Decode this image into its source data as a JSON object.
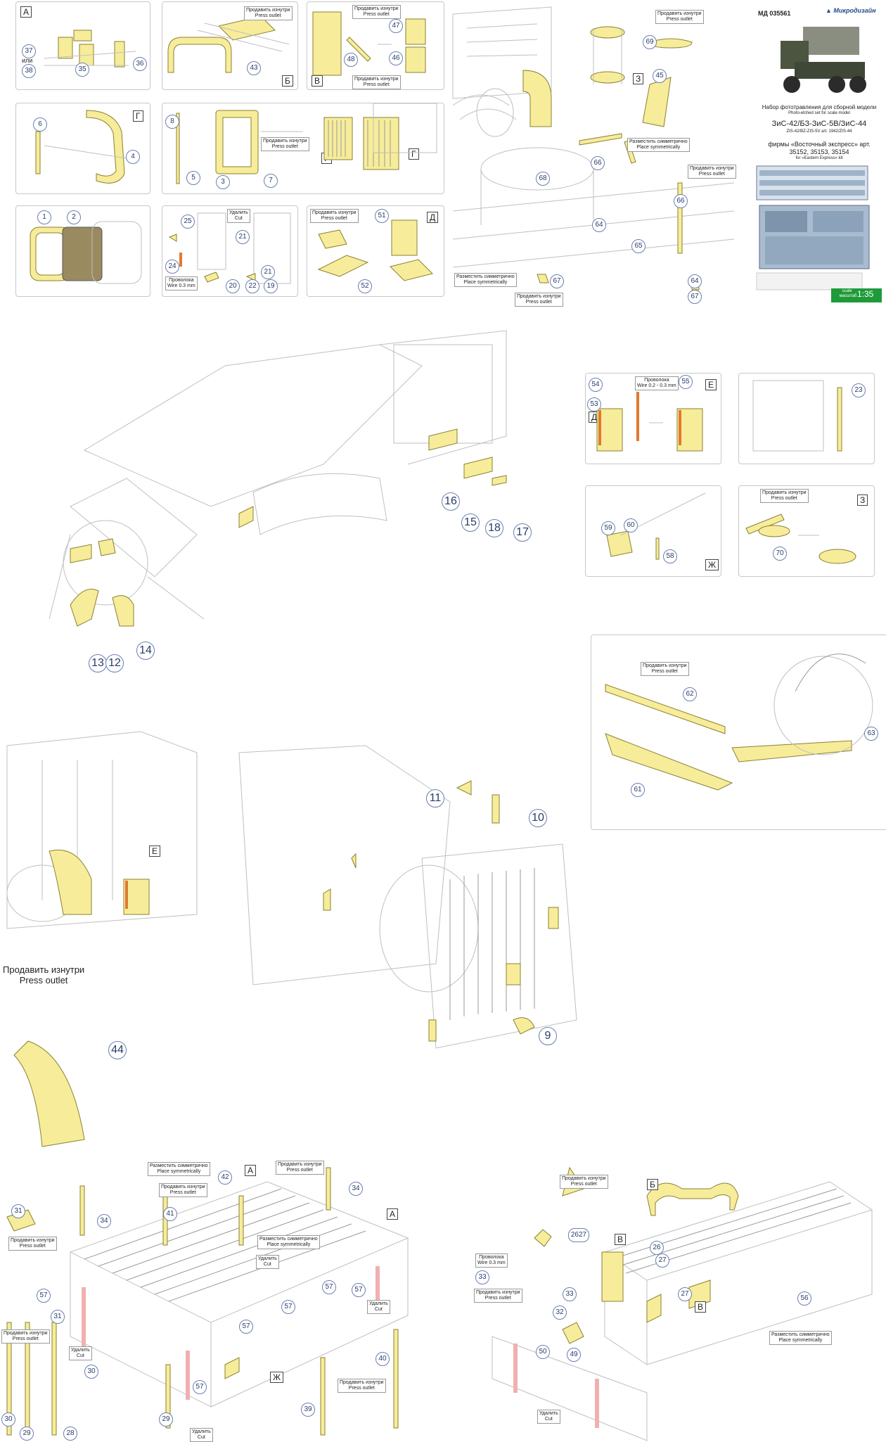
{
  "header": {
    "code": "МД 035561",
    "brand": "Микродизайн",
    "title_ru": "Набор фототравления для сборной модели",
    "title_en": "Photo-etched set for scale model",
    "model": "ЗиС-42/БЗ-ЗиС-5В/ЗиС-44",
    "model_en": "ZIS-42/BZ-ZIS-5V art. 1942/ZIS-44",
    "maker_ru": "фирмы «Восточный экспресс» арт.",
    "articles": "35152, 35153, 35154",
    "maker_en": "for «Eastern Express» kit",
    "scale_label": "scale масштаб",
    "scale": "1:35"
  },
  "common": {
    "press_ru": "Продавить изнутри",
    "press_en": "Press outlet",
    "sym_ru": "Разместить симметрично",
    "sym_en": "Place symmetrically",
    "cut_ru": "Удалить",
    "cut_en": "Cut",
    "wire03_ru": "Проволока",
    "wire03_en": "Wire 0.3 mm",
    "wire0203_en": "Wire 0.2 - 0.3 mm",
    "or": "или"
  },
  "letters": [
    "А",
    "Б",
    "В",
    "Г",
    "Д",
    "Е",
    "Ж",
    "З"
  ],
  "parts": {
    "p1": "1",
    "p2": "2",
    "p3": "3",
    "p4": "4",
    "p5": "5",
    "p6": "6",
    "p7": "7",
    "p8": "8",
    "p9": "9",
    "p10": "10",
    "p11": "11",
    "p12": "12",
    "p13": "13",
    "p14": "14",
    "p15": "15",
    "p16": "16",
    "p17": "17",
    "p18": "18",
    "p19": "19",
    "p20": "20",
    "p21": "21",
    "p22": "22",
    "p23": "23",
    "p24": "24",
    "p25": "25",
    "p26": "26",
    "p27": "27",
    "p28": "28",
    "p29": "29",
    "p30": "30",
    "p31": "31",
    "p32": "32",
    "p33": "33",
    "p34": "34",
    "p35": "35",
    "p36": "36",
    "p37": "37",
    "p38": "38",
    "p39": "39",
    "p40": "40",
    "p41": "41",
    "p42": "42",
    "p43": "43",
    "p44": "44",
    "p45": "45",
    "p46": "46",
    "p47": "47",
    "p48": "48",
    "p49": "49",
    "p50": "50",
    "p51": "51",
    "p52": "52",
    "p53": "53",
    "p54": "54",
    "p55": "55",
    "p56": "56",
    "p57": "57",
    "p58": "58",
    "p59": "59",
    "p60": "60",
    "p61": "61",
    "p62": "62",
    "p63": "63",
    "p64": "64",
    "p65": "65",
    "p66": "66",
    "p67": "67",
    "p68": "68",
    "p69": "69",
    "p70": "70",
    "p2627": "2627"
  }
}
